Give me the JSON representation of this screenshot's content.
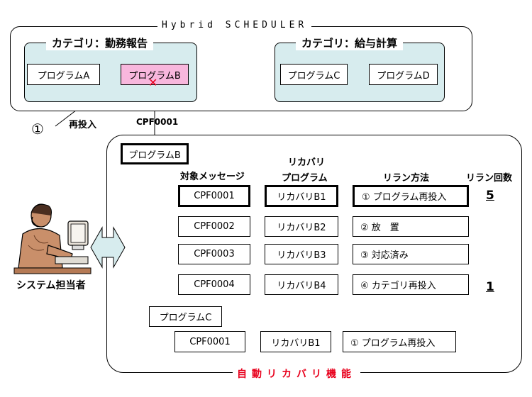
{
  "hybrid": {
    "title": "Hybrid SCHEDULER",
    "cat1": {
      "title": "カテゴリ：勤務報告",
      "prog_a": "プログラムA",
      "prog_b": "プログラムB"
    },
    "cat2": {
      "title": "カテゴリ：給与計算",
      "prog_c": "プログラムC",
      "prog_d": "プログラムD"
    }
  },
  "rerun": {
    "marker": "①",
    "label": "再投入"
  },
  "error_code": "CPF0001",
  "recovery": {
    "title": "自動リカバリ機能",
    "program_b": "プログラムB",
    "headers": {
      "message": "対象メッセージ",
      "recovery_line1": "リカバリ",
      "recovery_line2": "プログラム",
      "method": "リラン方法",
      "count": "リラン回数"
    },
    "rows": [
      {
        "message": "CPF0001",
        "program": "リカバリB1",
        "method": "① プログラム再投入",
        "count": "5"
      },
      {
        "message": "CPF0002",
        "program": "リカバリB2",
        "method": "② 放　置",
        "count": ""
      },
      {
        "message": "CPF0003",
        "program": "リカバリB3",
        "method": "③ 対応済み",
        "count": ""
      },
      {
        "message": "CPF0004",
        "program": "リカバリB4",
        "method": "④ カテゴリ再投入",
        "count": "1"
      }
    ],
    "program_c": "プログラムC",
    "row_c": {
      "message": "CPF0001",
      "program": "リカバリB1",
      "method": "① プログラム再投入"
    }
  },
  "operator": {
    "label": "システム担当者"
  },
  "colors": {
    "category_bg": "#d7ecee",
    "error_box": "#f8b7dd",
    "error_mark": "#e8001c",
    "accent": "#e8001c"
  }
}
